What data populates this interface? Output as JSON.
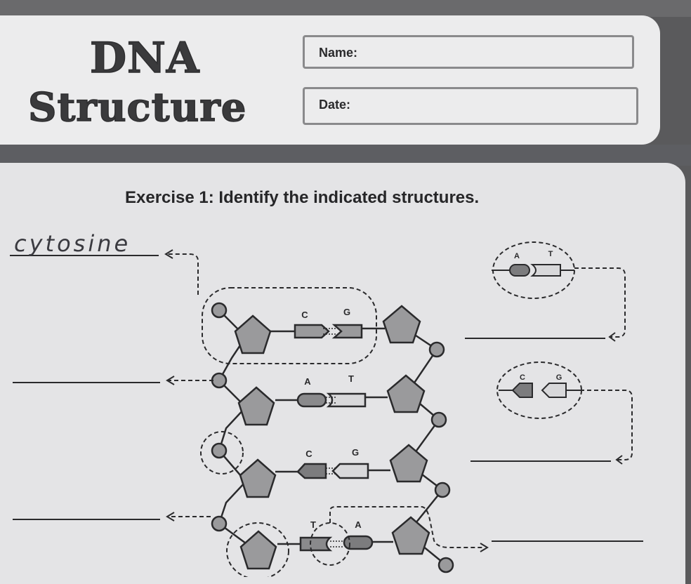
{
  "header": {
    "title_line1": "DNA",
    "title_line2": "Structure",
    "name_label": "Name:",
    "date_label": "Date:"
  },
  "exercise": {
    "instruction": "Exercise 1: Identify the indicated structures.",
    "answers": [
      "cytosine",
      "",
      "",
      "",
      "",
      ""
    ]
  },
  "bases": {
    "pair1": [
      "C",
      "G"
    ],
    "pair2": [
      "A",
      "T"
    ],
    "pair3": [
      "C",
      "G"
    ],
    "pair4": [
      "T",
      "A"
    ],
    "inset1": [
      "A",
      "T"
    ],
    "inset2": [
      "C",
      "G"
    ]
  },
  "colors": {
    "ink": "#2a2a2c",
    "shape_fill": "#9a9a9c",
    "dark_base": "#7c7c7e",
    "paper": "#e4e4e6"
  }
}
